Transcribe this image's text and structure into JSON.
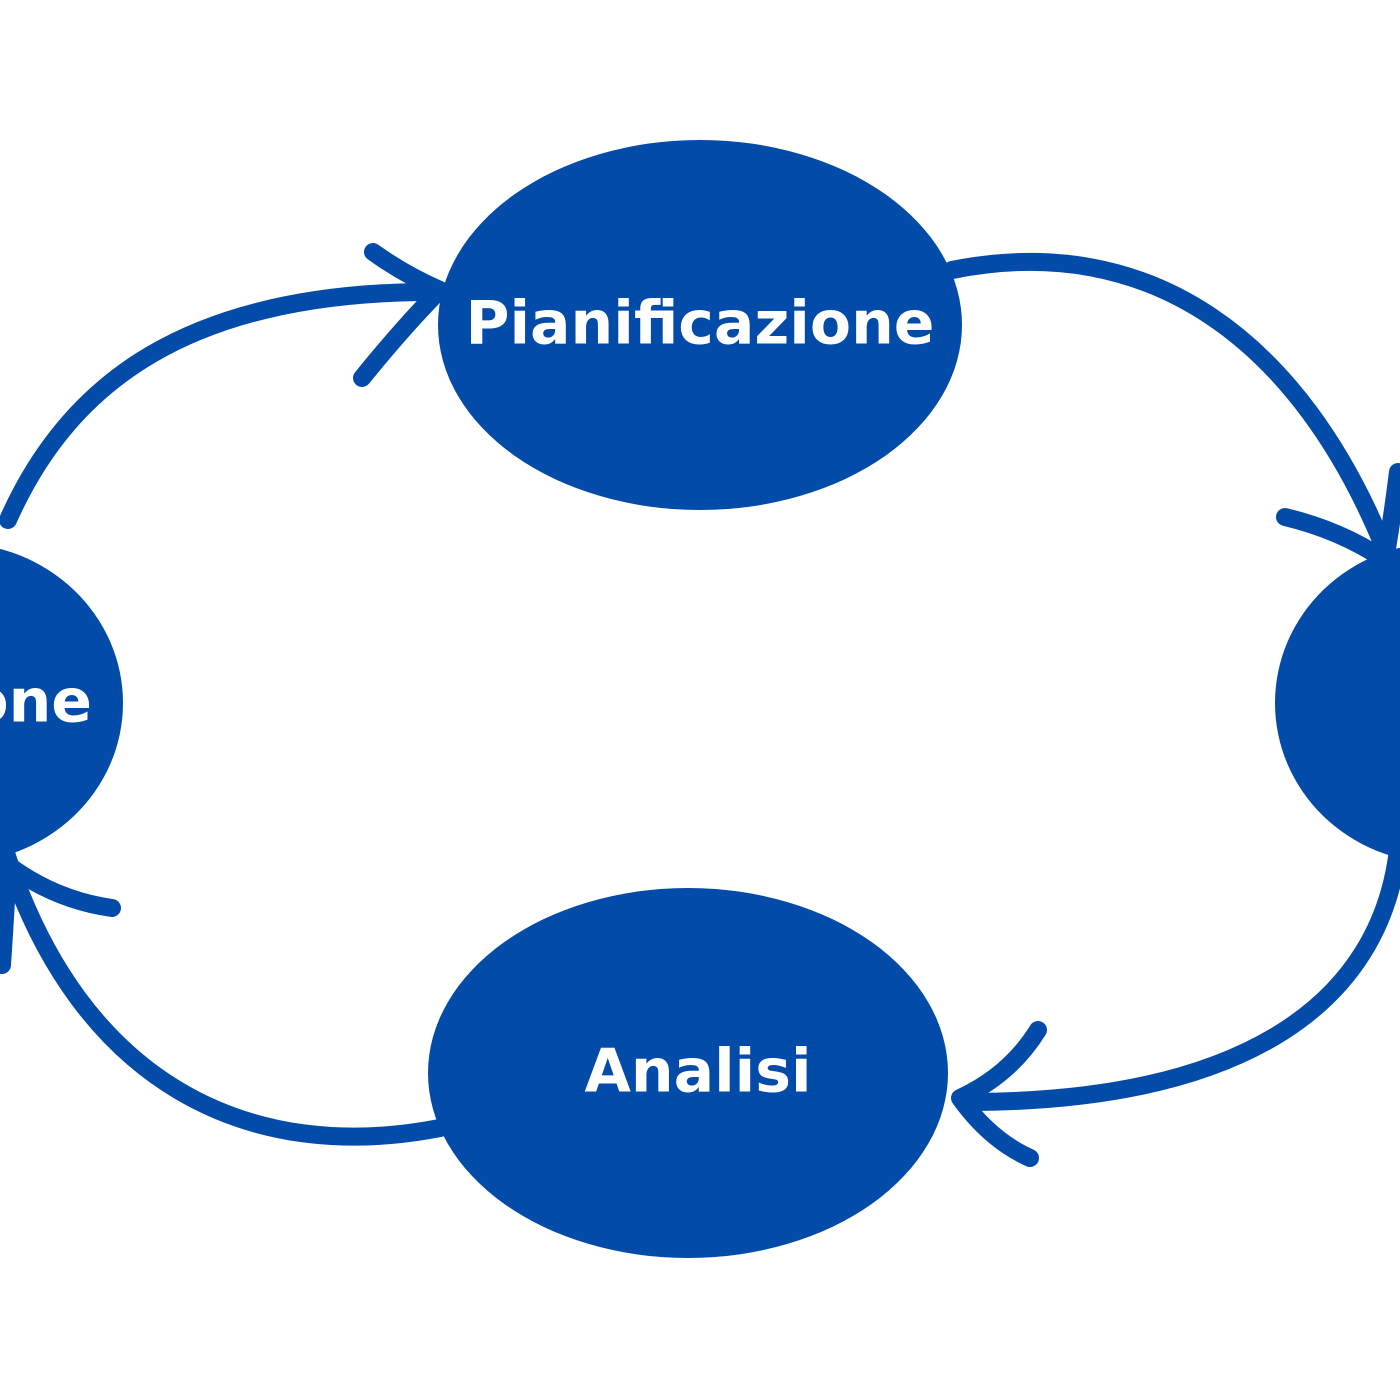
{
  "colors": {
    "accent": "#034ba9",
    "background": "#ffffff",
    "label": "#ffffff"
  },
  "nodes": {
    "top": {
      "label": "Pianificazione"
    },
    "left": {
      "label": "one"
    },
    "right": {
      "label": ""
    },
    "bottom": {
      "label": "Analisi"
    }
  }
}
